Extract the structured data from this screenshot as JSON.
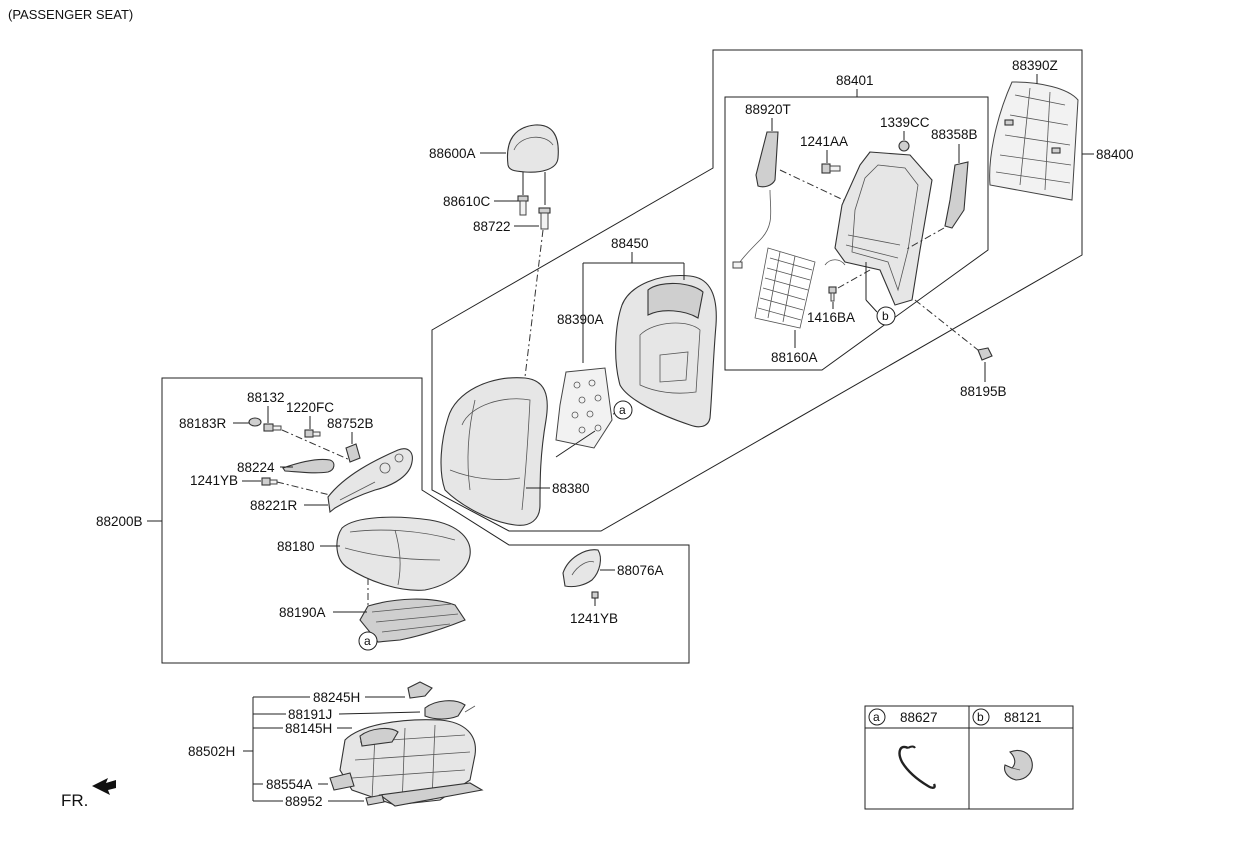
{
  "title": "(PASSENGER SEAT)",
  "fr_label": "FR.",
  "labels": {
    "p88600A": "88600A",
    "p88610C": "88610C",
    "p88722": "88722",
    "p88450": "88450",
    "p88390A": "88390A",
    "p88380": "88380",
    "p88401": "88401",
    "p88920T": "88920T",
    "p1241AA": "1241AA",
    "p1339CC": "1339CC",
    "p88358B": "88358B",
    "p88390Z": "88390Z",
    "p88400": "88400",
    "p1416BA": "1416BA",
    "p88160A": "88160A",
    "p88195B": "88195B",
    "p88132": "88132",
    "p1220FC": "1220FC",
    "p88183R": "88183R",
    "p88752B": "88752B",
    "p88224": "88224",
    "p1241YB_a": "1241YB",
    "p88221R": "88221R",
    "p88200B": "88200B",
    "p88180": "88180",
    "p88190A": "88190A",
    "p88076A": "88076A",
    "p1241YB_b": "1241YB",
    "p88245H": "88245H",
    "p88191J": "88191J",
    "p88145H": "88145H",
    "p88502H": "88502H",
    "p88554A": "88554A",
    "p88952": "88952"
  },
  "callouts": {
    "a": "a",
    "b": "b"
  },
  "legend": {
    "a_key": "a",
    "a_part": "88627",
    "b_key": "b",
    "b_part": "88121"
  }
}
